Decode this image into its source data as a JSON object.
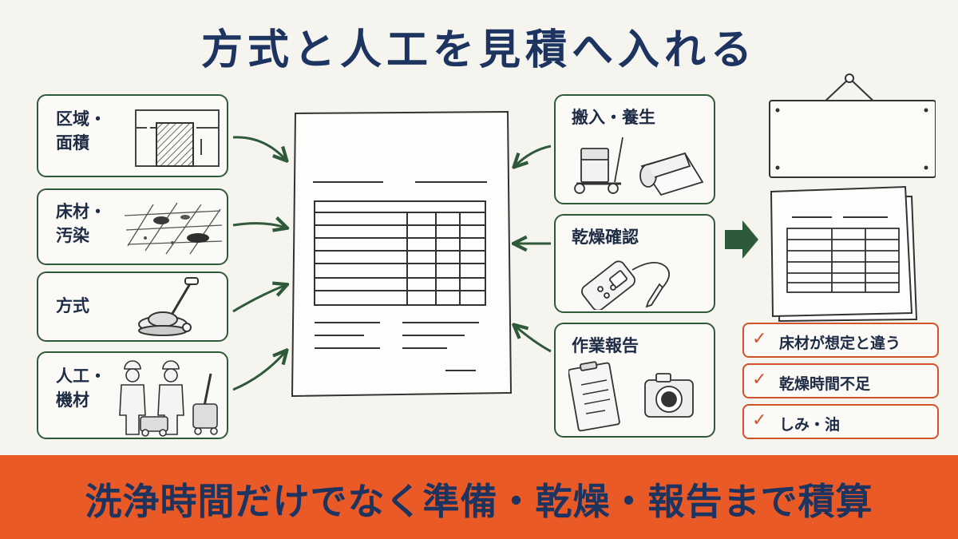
{
  "title": "方式と人工を見積へ入れる",
  "left_cards": [
    {
      "label": "区域・\n面積",
      "icon": "floor-plan-icon"
    },
    {
      "label": "床材・\n汚染",
      "icon": "dirty-tile-floor-icon"
    },
    {
      "label": "方式",
      "icon": "floor-polisher-icon"
    },
    {
      "label": "人工・\n機材",
      "icon": "workers-and-machines-icon"
    }
  ],
  "right_cards": [
    {
      "label": "搬入・養生",
      "icon": "hand-truck-and-roll-icon"
    },
    {
      "label": "乾燥確認",
      "icon": "moisture-meter-icon"
    },
    {
      "label": "作業報告",
      "icon": "clipboard-and-camera-icon"
    }
  ],
  "checklist": [
    {
      "text": "床材が想定と違う"
    },
    {
      "text": "乾燥時間不足"
    },
    {
      "text": "しみ・油"
    }
  ],
  "banner": "洗浄時間だけでなく準備・乾燥・報告まで積算",
  "colors": {
    "title": "#1d3461",
    "card_border": "#2f5a3a",
    "arrow": "#2f5a3a",
    "accent_orange": "#ea5a26",
    "check_border": "#d2522a",
    "background": "#f5f4ef"
  }
}
